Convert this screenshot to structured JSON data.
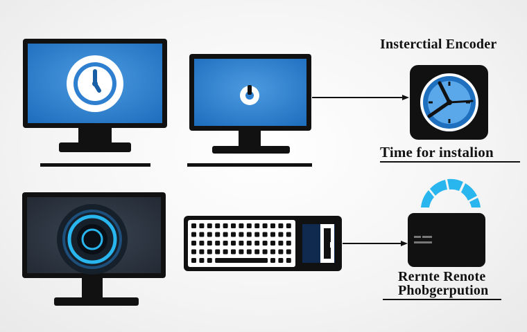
{
  "labels": {
    "encoder_title": "Insterctial Encoder",
    "clock_caption": "Time for instalion",
    "remote_line1": "Rernte Renote",
    "remote_line2": "Phobgerpution"
  },
  "icons": {
    "monitor_top_left": "clock-icon",
    "monitor_top_middle": "power-icon",
    "clock_tile": "clock-icon",
    "monitor_bottom_left": "webcam-lens-icon",
    "keyboard": "keyboard-icon",
    "device": "storage-device-icon",
    "device_top": "signal-fan-icon"
  },
  "colors": {
    "screen_blue": "#2e7fd0",
    "screen_dark": "#2c3542",
    "frame": "#101010",
    "accent_cyan": "#29b6ef",
    "underline": "#111111"
  }
}
